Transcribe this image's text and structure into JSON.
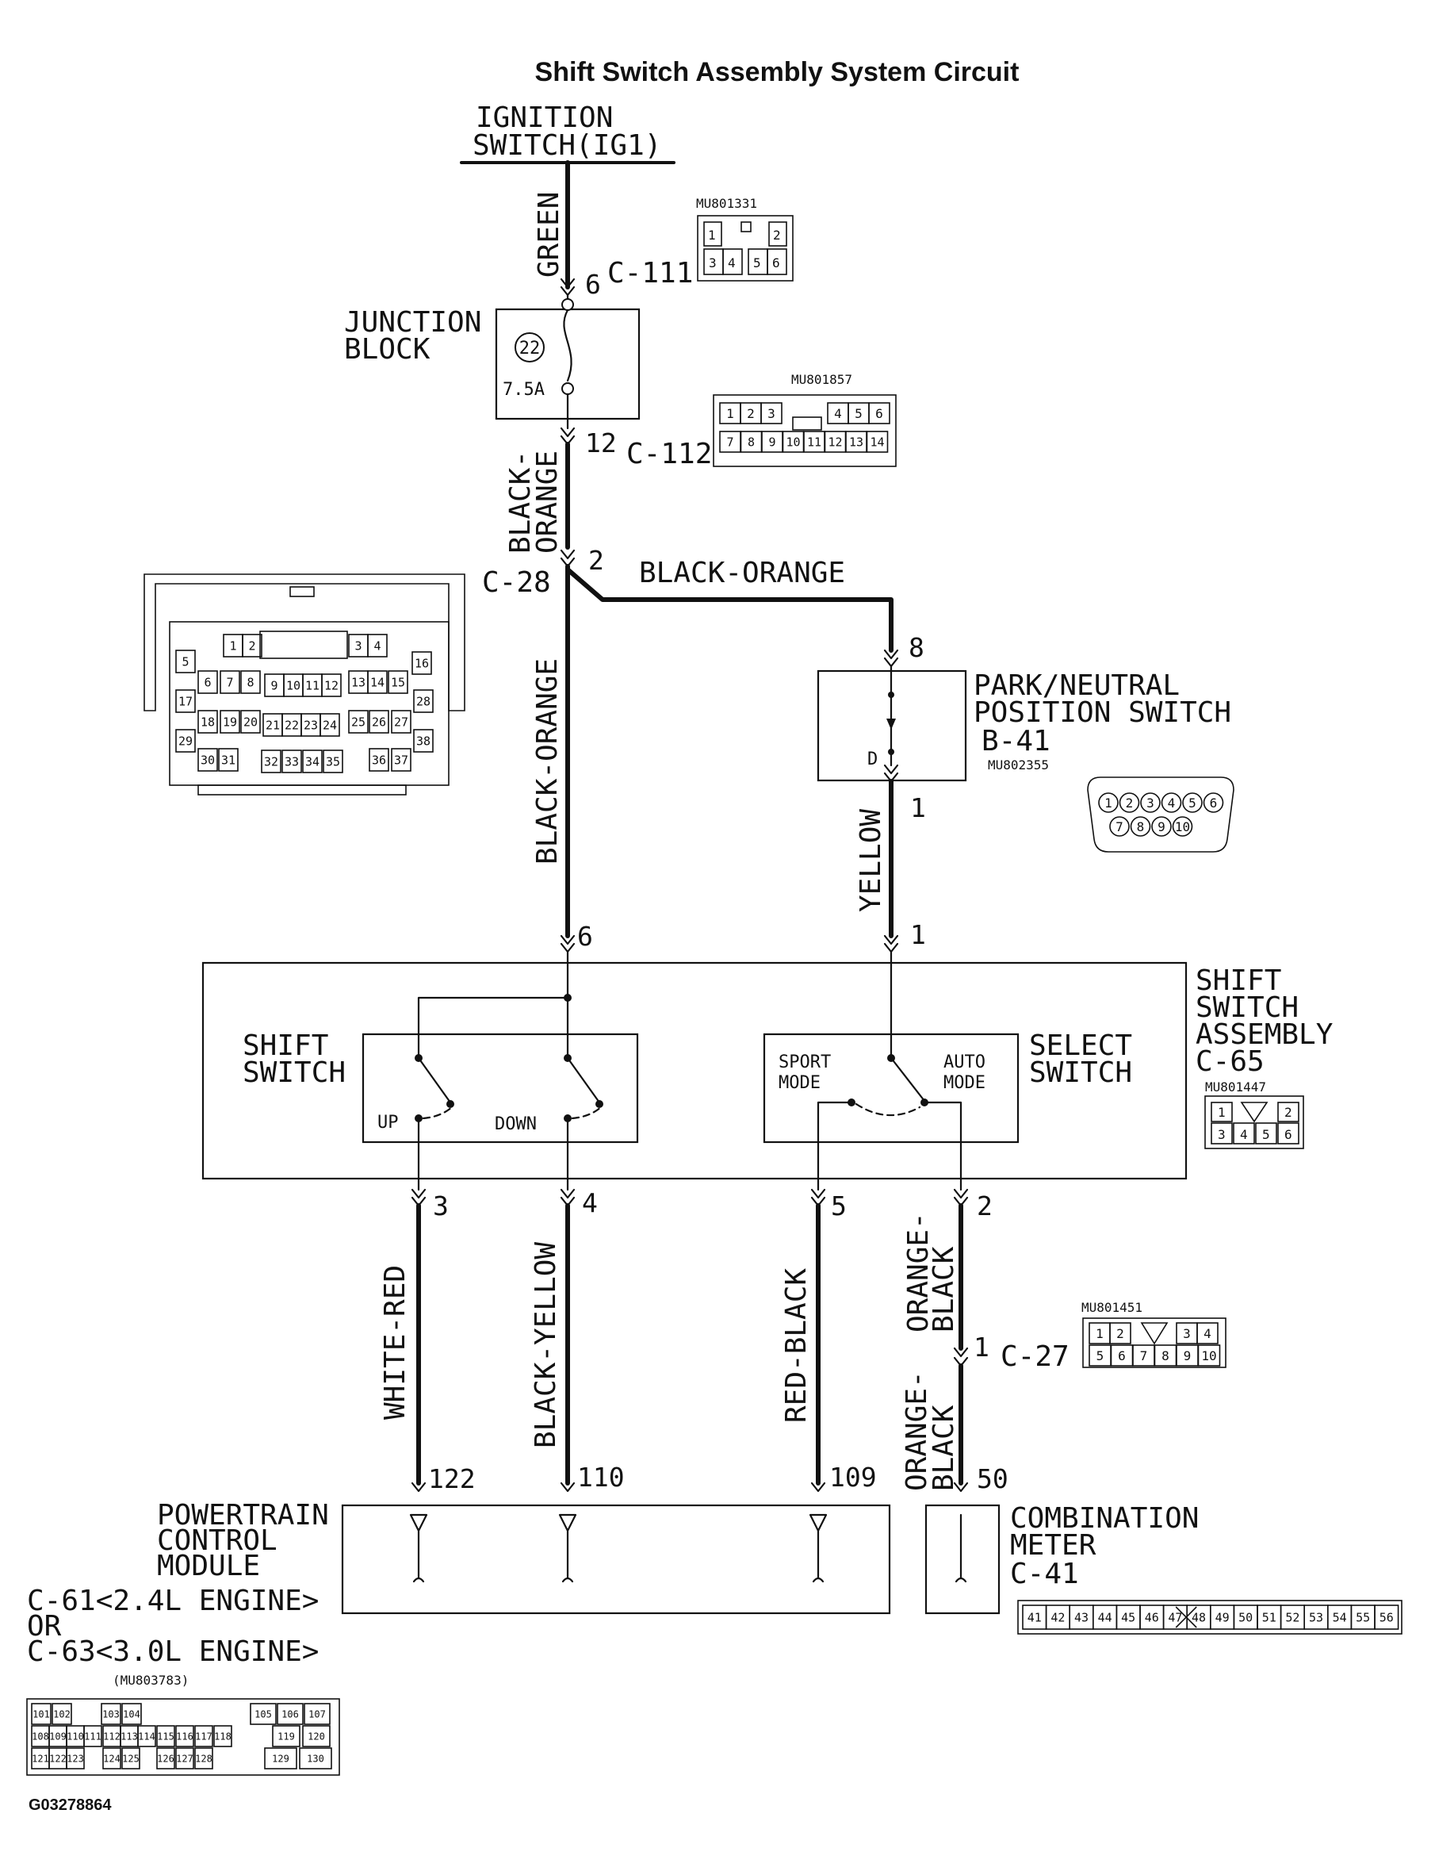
{
  "title": "Shift Switch Assembly System Circuit",
  "figure_id": "G03278864",
  "ignition": {
    "line1": "IGNITION",
    "line2": "SWITCH(IG1)"
  },
  "wires": {
    "green": "GREEN",
    "black_orange_vertical": "BLACK-ORANGE",
    "black_orange_horizontal": "BLACK-ORANGE",
    "black_orange_split_1": "BLACK-",
    "black_orange_split_2": "ORANGE",
    "yellow": "YELLOW",
    "white_red": "WHITE-RED",
    "black_yellow": "BLACK-YELLOW",
    "red_black": "RED-BLACK",
    "orange_black_upper_1": "ORANGE-",
    "orange_black_upper_2": "BLACK",
    "orange_black_lower_1": "ORANGE-",
    "orange_black_lower_2": "BLACK"
  },
  "junction_block": {
    "line1": "JUNCTION",
    "line2": "BLOCK",
    "fuse_number": "22",
    "fuse_rating": "7.5A"
  },
  "connectors": {
    "c111": {
      "name": "C-111",
      "pin": "6",
      "part": "MU801331",
      "cells": [
        "1",
        "2",
        "3",
        "4",
        "5",
        "6"
      ]
    },
    "c112": {
      "name": "C-112",
      "pin": "12",
      "part": "MU801857",
      "cells": [
        "1",
        "2",
        "3",
        "4",
        "5",
        "6",
        "7",
        "8",
        "9",
        "10",
        "11",
        "12",
        "13",
        "14"
      ]
    },
    "c28": {
      "name": "C-28",
      "pin": "2",
      "cells": [
        "1",
        "2",
        "3",
        "4",
        "5",
        "6",
        "7",
        "8",
        "9",
        "10",
        "11",
        "12",
        "13",
        "14",
        "15",
        "16",
        "17",
        "18",
        "19",
        "20",
        "21",
        "22",
        "23",
        "24",
        "25",
        "26",
        "27",
        "28",
        "29",
        "30",
        "31",
        "32",
        "33",
        "34",
        "35",
        "36",
        "37",
        "38"
      ]
    },
    "b41": {
      "name": "B-41",
      "part": "MU802355",
      "pin_in": "8",
      "pin_out": "1",
      "inner_label": "D",
      "cells": [
        "1",
        "2",
        "3",
        "4",
        "5",
        "6",
        "7",
        "8",
        "9",
        "10"
      ]
    },
    "c65": {
      "name": "C-65",
      "part": "MU801447",
      "cells": [
        "1",
        "2",
        "3",
        "4",
        "5",
        "6"
      ]
    },
    "c27": {
      "name": "C-27",
      "pin": "1",
      "part": "MU801451",
      "cells": [
        "1",
        "2",
        "3",
        "4",
        "5",
        "6",
        "7",
        "8",
        "9",
        "10"
      ]
    },
    "c41": {
      "name": "C-41",
      "cells": [
        "41",
        "42",
        "43",
        "44",
        "45",
        "46",
        "47",
        "48",
        "49",
        "50",
        "51",
        "52",
        "53",
        "54",
        "55",
        "56"
      ]
    },
    "pcm": {
      "part": "(MU803783)",
      "cells": [
        "101",
        "102",
        "103",
        "104",
        "105",
        "106",
        "107",
        "108",
        "109",
        "110",
        "111",
        "112",
        "113",
        "114",
        "115",
        "116",
        "117",
        "118",
        "119",
        "120",
        "121",
        "122",
        "123",
        "124",
        "125",
        "126",
        "127",
        "128",
        "129",
        "130"
      ]
    }
  },
  "park_neutral": {
    "line1": "PARK/NEUTRAL",
    "line2": "POSITION SWITCH"
  },
  "assembly": {
    "line1": "SHIFT",
    "line2": "SWITCH",
    "line3": "ASSEMBLY",
    "pin_in_left": "6",
    "pin_in_right": "1",
    "pins_out": [
      "3",
      "4",
      "5",
      "2"
    ]
  },
  "shift_switch": {
    "line1": "SHIFT",
    "line2": "SWITCH",
    "up": "UP",
    "down": "DOWN"
  },
  "select_switch": {
    "line1": "SELECT",
    "line2": "SWITCH",
    "sport1": "SPORT",
    "sport2": "MODE",
    "auto1": "AUTO",
    "auto2": "MODE"
  },
  "pcm_module": {
    "line1": "POWERTRAIN",
    "line2": "CONTROL",
    "line3": "MODULE",
    "conn1": "C-61<2.4L ENGINE>",
    "or": "OR",
    "conn2": "C-63<3.0L ENGINE>",
    "pins": [
      "122",
      "110",
      "109"
    ]
  },
  "meter": {
    "line1": "COMBINATION",
    "line2": "METER",
    "pin": "50"
  }
}
